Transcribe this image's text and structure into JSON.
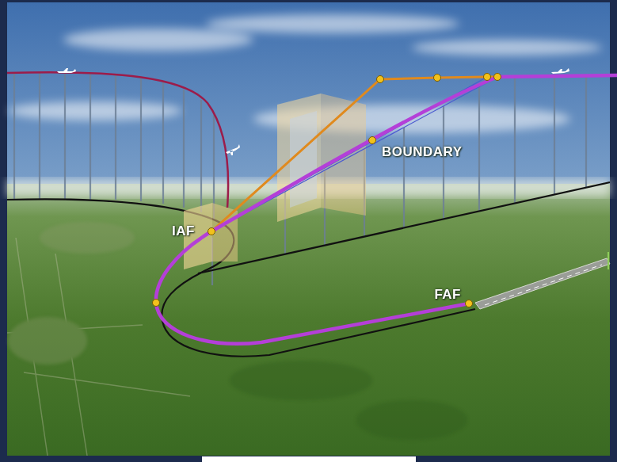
{
  "diagram": {
    "labels": [
      "IAF",
      "BOUNDARY",
      "FAF"
    ]
  }
}
